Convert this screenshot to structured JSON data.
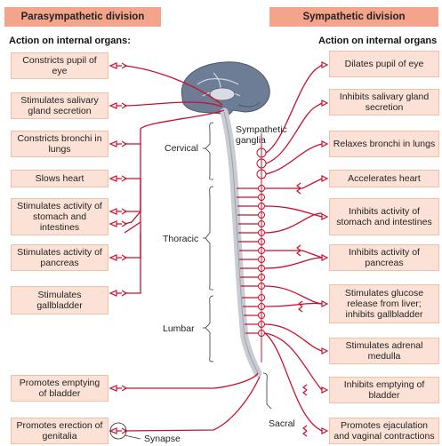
{
  "headers": {
    "parasympathetic": "Parasympathetic division",
    "sympathetic": "Sympathetic division"
  },
  "subheaders": {
    "left": "Action on internal organs:",
    "right": "Action on internal organs"
  },
  "parasympathetic_actions": [
    "Constricts pupil of eye",
    "Stimulates salivary gland secretion",
    "Constricts bronchi in lungs",
    "Slows heart",
    "Stimulates activity of stomach and intestines",
    "Stimulates activity of pancreas",
    "Stimulates gallbladder",
    "Promotes emptying of bladder",
    "Promotes erection of genitalia"
  ],
  "sympathetic_actions": [
    "Dilates pupil of eye",
    "Inhibits salivary gland secretion",
    "Relaxes bronchi in lungs",
    "Accelerates heart",
    "Inhibits activity of stomach and intestines",
    "Inhibits activity of pancreas",
    "Stimulates glucose release from liver; inhibits gallbladder",
    "Stimulates adrenal medulla",
    "Inhibits emptying of bladder",
    "Promotes ejaculation and vaginal contractions"
  ],
  "spine_regions": {
    "cervical": "Cervical",
    "thoracic": "Thoracic",
    "lumbar": "Lumbar",
    "sacral": "Sacral"
  },
  "labels": {
    "ganglia": "Sympathetic ganglia",
    "synapse": "Synapse"
  },
  "colors": {
    "nerve": "#c8102e",
    "box_fill": "#fce2d6",
    "header_fill": "#f4a48a",
    "brain": "#6e7d96",
    "spinal_cord": "#c9ccd3"
  }
}
